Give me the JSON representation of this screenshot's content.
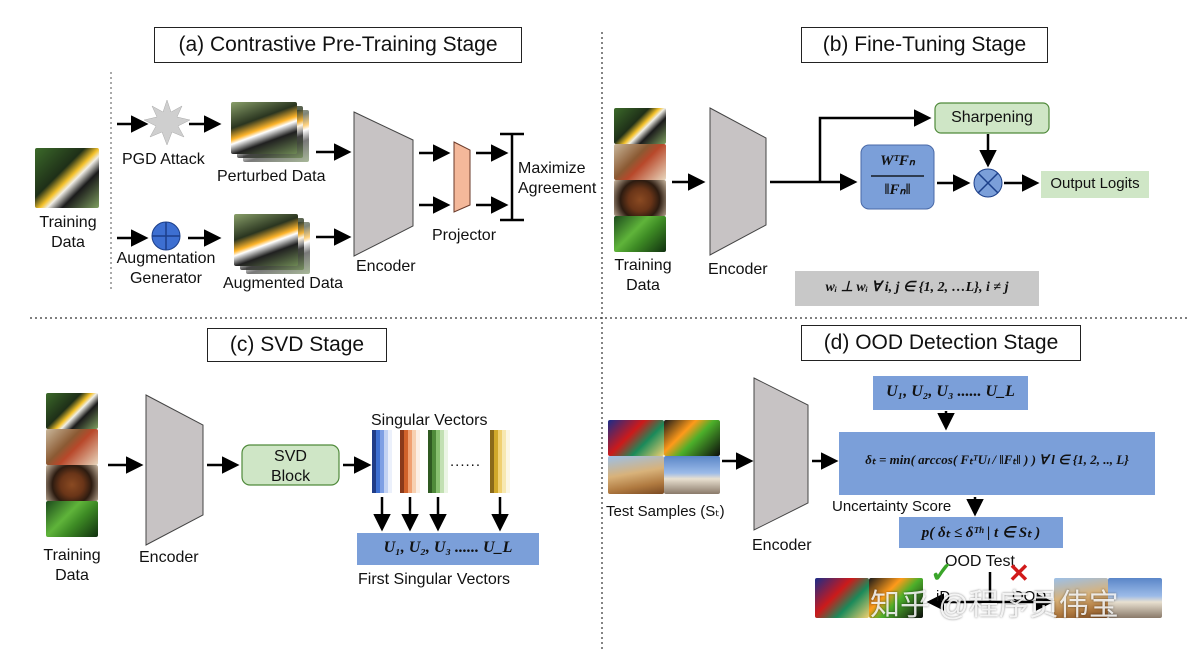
{
  "panels": {
    "a": {
      "title": "(a)  Contrastive Pre-Training Stage",
      "training_data": "Training\nData",
      "pgd_attack": "PGD Attack",
      "perturbed_data": "Perturbed Data",
      "augmentation_generator": "Augmentation\nGenerator",
      "augmented_data": "Augmented Data",
      "encoder": "Encoder",
      "projector": "Projector",
      "maximize_agreement": "Maximize\nAgreement"
    },
    "b": {
      "title": "(b)  Fine-Tuning  Stage",
      "training_data": "Training\nData",
      "encoder": "Encoder",
      "sharpening": "Sharpening",
      "norm_numerator": "WᵀFₙ",
      "norm_denominator": "‖Fₙ‖",
      "output_logits": "Output Logits",
      "constraint": "wᵢ ⊥ wᵢ ∀ i, j ∈ {1, 2, …L}, i ≠ j"
    },
    "c": {
      "title": "(c)  SVD Stage",
      "training_data": "Training\nData",
      "encoder": "Encoder",
      "svd_block": "SVD\nBlock",
      "singular_vectors": "Singular Vectors",
      "dots": "......",
      "u_vectors": "U₁, U₂, U₃ ...... U_L",
      "first_singular_vectors": "First Singular Vectors"
    },
    "d": {
      "title": "(d)  OOD Detection Stage",
      "test_samples": "Test Samples (Sₜ)",
      "encoder": "Encoder",
      "u_vectors": "U₁, U₂, U₃ ...... U_L",
      "delta_formula": "δₜ = min( arccos( FₜᵀUₗ / ‖Fₜ‖ ) )  ∀ l ∈ {1, 2, .., L}",
      "uncertainty_score": "Uncertainty Score",
      "probability": "p( δₜ ≤ δᵀʰ | t ∈ Sₜ )",
      "ood_test": "OOD Test",
      "id_label": "iD",
      "ood_label": "OOD",
      "check_mark": "✓",
      "cross_mark": "✕"
    }
  },
  "watermark": "知乎 @程序员伟宝",
  "colors": {
    "encoder_fill": "#c7c3c4",
    "projector_fill": "#f4b89a",
    "augmentation_blue": "#3d6fd1",
    "green_box": "#cfe6c6",
    "green_box_border": "#4f8a3a",
    "formula_blue": "#7b9fd9",
    "constraint_gray": "#c8c8c8",
    "output_logits_bg": "#cfe6c6",
    "check_green": "#3aa52a",
    "cross_red": "#d11a1a"
  },
  "svd_bars": [
    [
      "#1f3c88",
      "#3d6fd1",
      "#7e9fe4",
      "#c2d2f3",
      "#ebf0fb"
    ],
    [
      "#8a3a1a",
      "#d0622a",
      "#f0a070",
      "#f7d0b0",
      "#fcefe4"
    ],
    [
      "#2f5a22",
      "#4f8a3a",
      "#88c070",
      "#c2e0b2",
      "#ebf5e4"
    ],
    [
      "#8a6a1a",
      "#d0a82a",
      "#f0d070",
      "#f7e8b0",
      "#fcf7e4"
    ]
  ]
}
